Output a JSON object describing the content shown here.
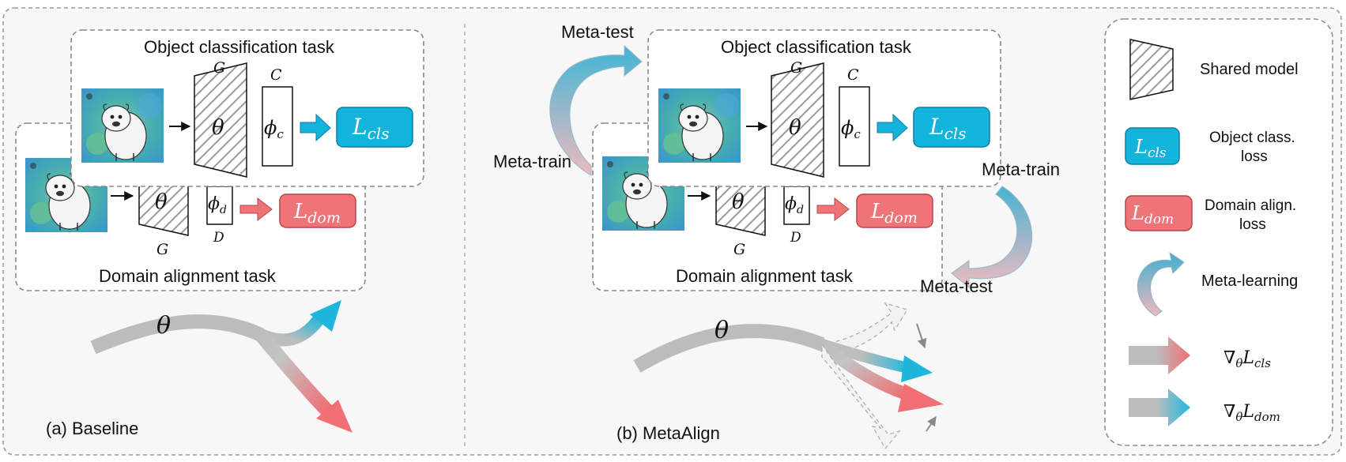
{
  "panels": {
    "baseline": {
      "caption": "(a) Baseline",
      "cls_task_title": "Object classification task",
      "dom_task_title": "Domain alignment task",
      "module_G": "G",
      "module_C": "C",
      "module_D": "D",
      "theta": "θ",
      "phi_c": "ϕc",
      "phi_d": "ϕd",
      "loss_cls": "Lcls",
      "loss_dom": "Ldom"
    },
    "metaalign": {
      "caption": "(b) MetaAlign",
      "cls_task_title": "Object classification task",
      "dom_task_title": "Domain alignment task",
      "meta_test_top": "Meta-test",
      "meta_train_left": "Meta-train",
      "meta_train_right": "Meta-train",
      "meta_test_bottom": "Meta-test",
      "module_G": "G",
      "module_C": "C",
      "module_D": "D",
      "theta": "θ",
      "phi_c": "ϕc",
      "phi_d": "ϕd",
      "loss_cls": "Lcls",
      "loss_dom": "Ldom"
    }
  },
  "legend": {
    "shared_model": "Shared model",
    "cls_loss_line1": "Object class.",
    "cls_loss_line2": "loss",
    "dom_loss_line1": "Domain align.",
    "dom_loss_line2": "loss",
    "meta_learning": "Meta-learning",
    "grad_cls": "∇θLcls",
    "grad_dom": "∇θLdom",
    "loss_cls": "Lcls",
    "loss_dom": "Ldom"
  },
  "colors": {
    "cyan": "#12b4dc",
    "red": "#ef7478",
    "gray": "#b8b8b8",
    "panel_bg": "#f7f7f7"
  }
}
